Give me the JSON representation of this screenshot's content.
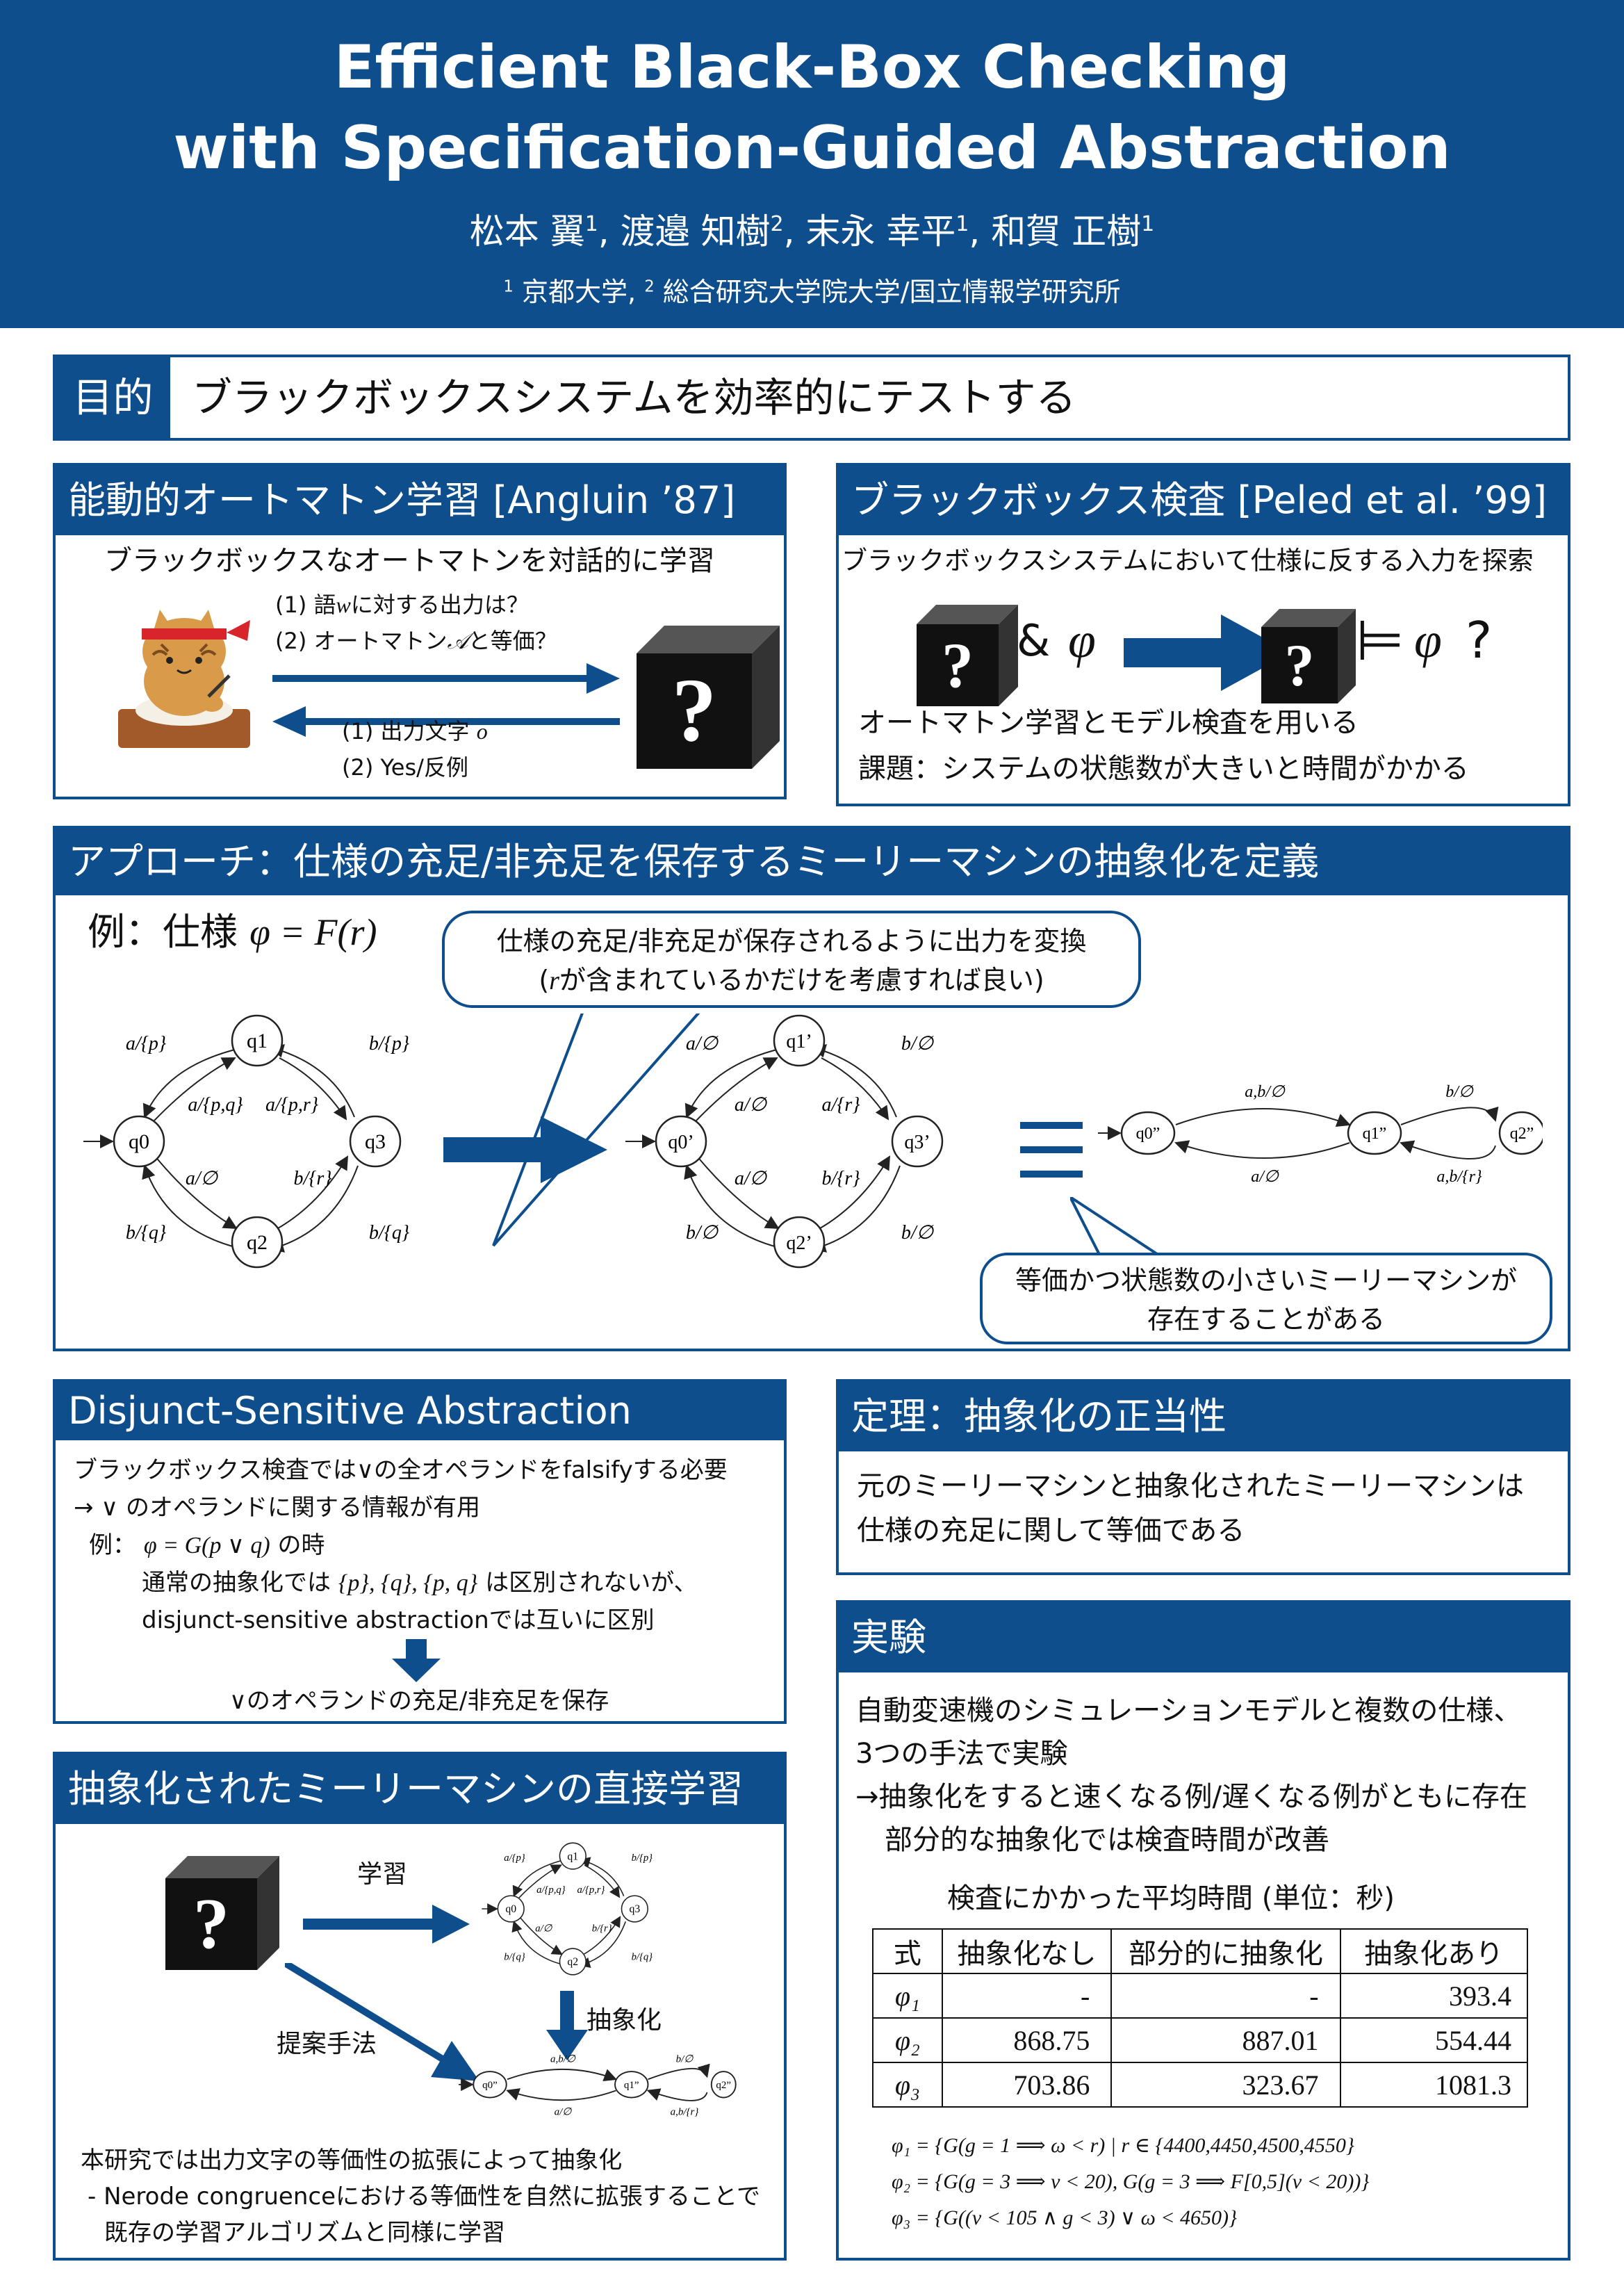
{
  "banner": {
    "title_line1": "Efficient Black-Box Checking",
    "title_line2": "with Specification-Guided Abstraction",
    "authors": [
      "松本 翼",
      "渡邉 知樹",
      "末永 幸平",
      "和賀 正樹"
    ],
    "author_marks": [
      "1",
      "2",
      "1",
      "1"
    ],
    "affiliations": {
      "mark1": "1",
      "name1": "京都大学,",
      "mark2": "2",
      "name2": "総合研究大学院大学/国立情報学研究所"
    }
  },
  "purpose": {
    "label": "目的",
    "text": "ブラックボックスシステムを効率的にテストする"
  },
  "angluin": {
    "header": "能動的オートマトン学習 [Angluin ’87]",
    "lead": "ブラックボックスなオートマトンを対話的に学習",
    "query1_pre": "(1) 語",
    "query1_var": "w",
    "query1_post": "に対する出力は？",
    "query2_pre": "(2) オートマトン",
    "query2_var": "𝒜",
    "query2_post": "と等価？",
    "answer1_pre": "(1) 出力文字 ",
    "answer1_var": "o",
    "answer2": "(2) Yes/反例",
    "cube_mark": "?"
  },
  "bbc": {
    "header": "ブラックボックス検査 [Peled et al. ’99]",
    "lead": "ブラックボックスシステムにおいて仕様に反する入力を探索",
    "amp": "&",
    "phi": "φ",
    "models": "⊨",
    "question": "?",
    "line1": "オートマトン学習とモデル検査を用いる",
    "line2": "課題：システムの状態数が大きいと時間がかかる",
    "cube_mark": "?"
  },
  "approach": {
    "header": "アプローチ：仕様の充足/非充足を保存するミーリーマシンの抽象化を定義",
    "example": "例：仕様",
    "formula": "φ = F(r)",
    "bubble1_line1": "仕様の充足/非充足が保存されるように出力を変換",
    "bubble1_line2_var": "r",
    "bubble1_line2": "が含まれているかだけを考慮すれば良い)",
    "bubble1_line2_open": "(",
    "bubble2_line1": "等価かつ状態数の小さいミーリーマシンが",
    "bubble2_line2": "存在することがある",
    "equiv": "≡",
    "m1": {
      "states": [
        "q1",
        "q0",
        "q3",
        "q2"
      ],
      "labels": [
        "a/{p}",
        "b/{p}",
        "a/{p,q}",
        "a/{p,r}",
        "a/∅",
        "b/{r}",
        "b/{q}",
        "b/{q}"
      ]
    },
    "m2": {
      "states": [
        "q1’",
        "q0’",
        "q3’",
        "q2’"
      ],
      "labels": [
        "a/∅",
        "b/∅",
        "a/∅",
        "a/{r}",
        "a/∅",
        "b/{r}",
        "b/∅",
        "b/∅"
      ]
    },
    "m3": {
      "states": [
        "q0”",
        "q1”",
        "q2”"
      ],
      "labels": [
        "a,b/∅",
        "b/∅",
        "a/∅",
        "a,b/{r}"
      ]
    }
  },
  "dsa": {
    "header": "Disjunct-Sensitive Abstraction",
    "line1": "ブラックボックス検査では∨の全オペランドをfalsifyする必要",
    "line2": "→ ∨ のオペランドに関する情報が有用",
    "line3_pre": "例：",
    "line3_formula": "φ = G(p ∨ q)",
    "line3_post": " の時",
    "line4_pre": "通常の抽象化では ",
    "line4_formula": "{p}, {q}, {p, q}",
    "line4_post": " は区別されないが、",
    "line5": "disjunct-sensitive abstractionでは互いに区別",
    "line6": "∨のオペランドの充足/非充足を保存"
  },
  "theorem": {
    "header": "定理：抽象化の正当性",
    "line1": "元のミーリーマシンと抽象化されたミーリーマシンは",
    "line2": "仕様の充足に関して等価である"
  },
  "direct": {
    "header": "抽象化されたミーリーマシンの直接学習",
    "learn": "学習",
    "abstract": "抽象化",
    "proposed": "提案手法",
    "line1": "本研究では出力文字の等価性の拡張によって抽象化",
    "line2": "- Nerode congruenceにおける等価性を自然に拡張することで",
    "line3": "既存の学習アルゴリズムと同様に学習",
    "cube_mark": "?",
    "m1": {
      "states": [
        "q1",
        "q0",
        "q3",
        "q2"
      ],
      "labels": [
        "a/{p}",
        "b/{p}",
        "a/{p,q}",
        "a/{p,r}",
        "a/∅",
        "b/{r}",
        "b/{q}",
        "b/{q}"
      ]
    },
    "m3": {
      "states": [
        "q0”",
        "q1”",
        "q2”"
      ],
      "labels": [
        "a,b/∅",
        "b/∅",
        "a/∅",
        "a,b/{r}"
      ]
    }
  },
  "experiment": {
    "header": "実験",
    "line1": "自動変速機のシミュレーションモデルと複数の仕様、",
    "line2": "3つの手法で実験",
    "line3": "→抽象化をすると速くなる例/遅くなる例がともに存在",
    "line4": "部分的な抽象化では検査時間が改善",
    "table_title": "検査にかかった平均時間 (単位：秒)",
    "columns": [
      "式",
      "抽象化なし",
      "部分的に抽象化",
      "抽象化あり"
    ],
    "rows": [
      {
        "formula": "φ₁",
        "none": "-",
        "partial": "-",
        "full": "393.4"
      },
      {
        "formula": "φ₂",
        "none": "868.75",
        "partial": "887.01",
        "full": "554.44"
      },
      {
        "formula": "φ₃",
        "none": "703.86",
        "partial": "323.67",
        "full": "1081.3"
      }
    ],
    "spec1": "φ₁ = {G(g = 1 ⟹ ω < r) | r ∈ {4400,4450,4500,4550}",
    "spec2": "φ₂ = {G(g = 3 ⟹ v < 20), G(g = 3 ⟹ F[0,5](v < 20))}",
    "spec3": "φ₃ = {G((v < 105 ∧ g < 3) ∨ ω < 4650)}"
  }
}
